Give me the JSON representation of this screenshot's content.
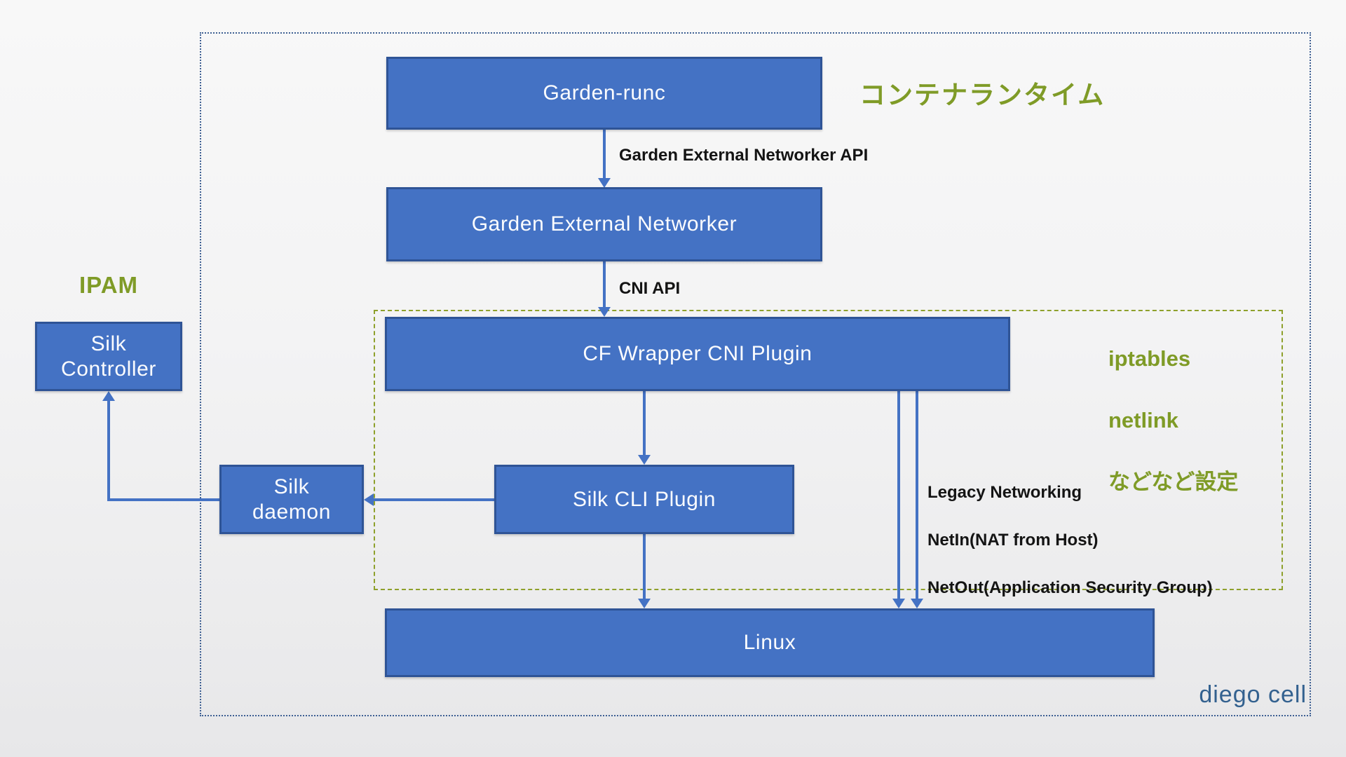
{
  "diagram": {
    "nodes": {
      "garden_runc": "Garden-runc",
      "garden_external_networker": "Garden External Networker",
      "cf_wrapper_cni_plugin": "CF Wrapper CNI Plugin",
      "silk_cli_plugin": "Silk CLI Plugin",
      "silk_daemon": "Silk\ndaemon",
      "silk_controller": "Silk\nController",
      "linux": "Linux"
    },
    "arrow_labels": {
      "garden_external_networker_api": "Garden External Networker API",
      "cni_api": "CNI API"
    },
    "annotations": {
      "container_runtime_jp": "コンテナランタイム",
      "ipam": "IPAM",
      "side_note_lines": [
        "iptables",
        "netlink",
        "などなど設定"
      ],
      "legacy_note_lines": [
        "Legacy Networking",
        "NetIn(NAT from Host)",
        "NetOut(Application Security Group)"
      ],
      "diego_cell": "diego cell"
    },
    "colors": {
      "box_fill": "#4472c4",
      "box_border": "#2f5496",
      "arrow_blue": "#4472c4",
      "accent_green": "#7f9b27",
      "label_black": "#141414",
      "diego_cell_blue": "#33618f",
      "outer_frame_dotted": "#3d5f93",
      "inner_frame_dashed": "#8ea02b"
    }
  }
}
